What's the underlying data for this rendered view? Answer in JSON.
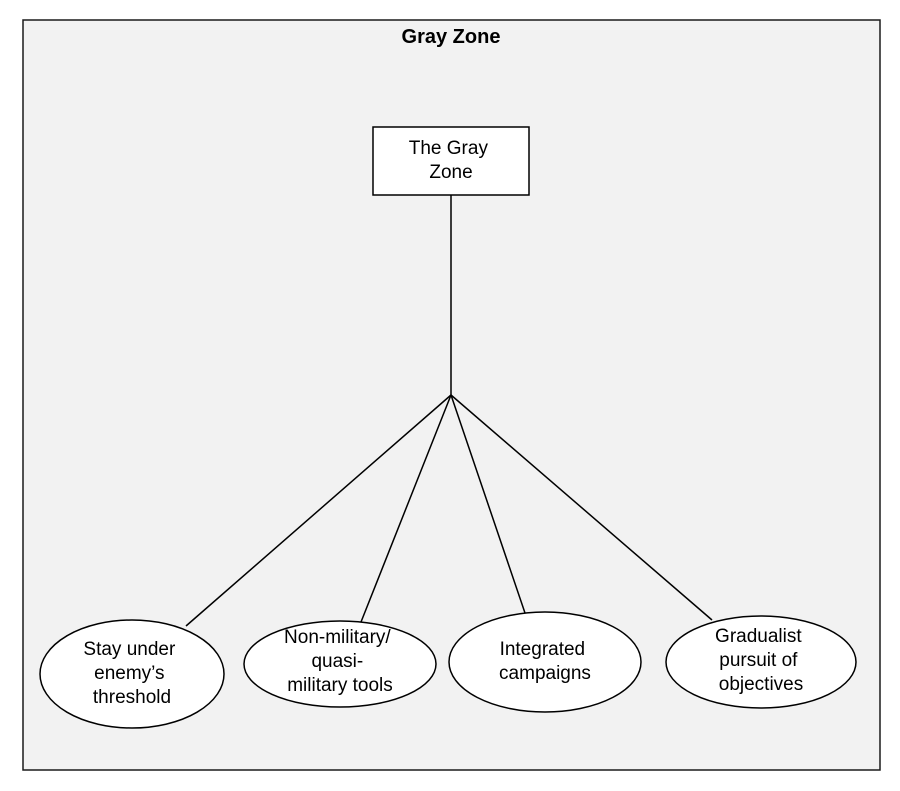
{
  "frame": {
    "title": "Gray Zone"
  },
  "root": {
    "lines": [
      "The Gray",
      "Zone"
    ]
  },
  "leaves": [
    {
      "lines": [
        "Stay under",
        "enemy’s",
        "threshold"
      ]
    },
    {
      "lines": [
        "Non-military/",
        "quasi-",
        "military tools"
      ]
    },
    {
      "lines": [
        "Integrated",
        "campaigns"
      ]
    },
    {
      "lines": [
        "Gradualist",
        "pursuit of",
        "objectives"
      ]
    }
  ],
  "colors": {
    "frame_fill": "#f2f2f2",
    "stroke": "#000000",
    "node_fill": "#ffffff"
  }
}
